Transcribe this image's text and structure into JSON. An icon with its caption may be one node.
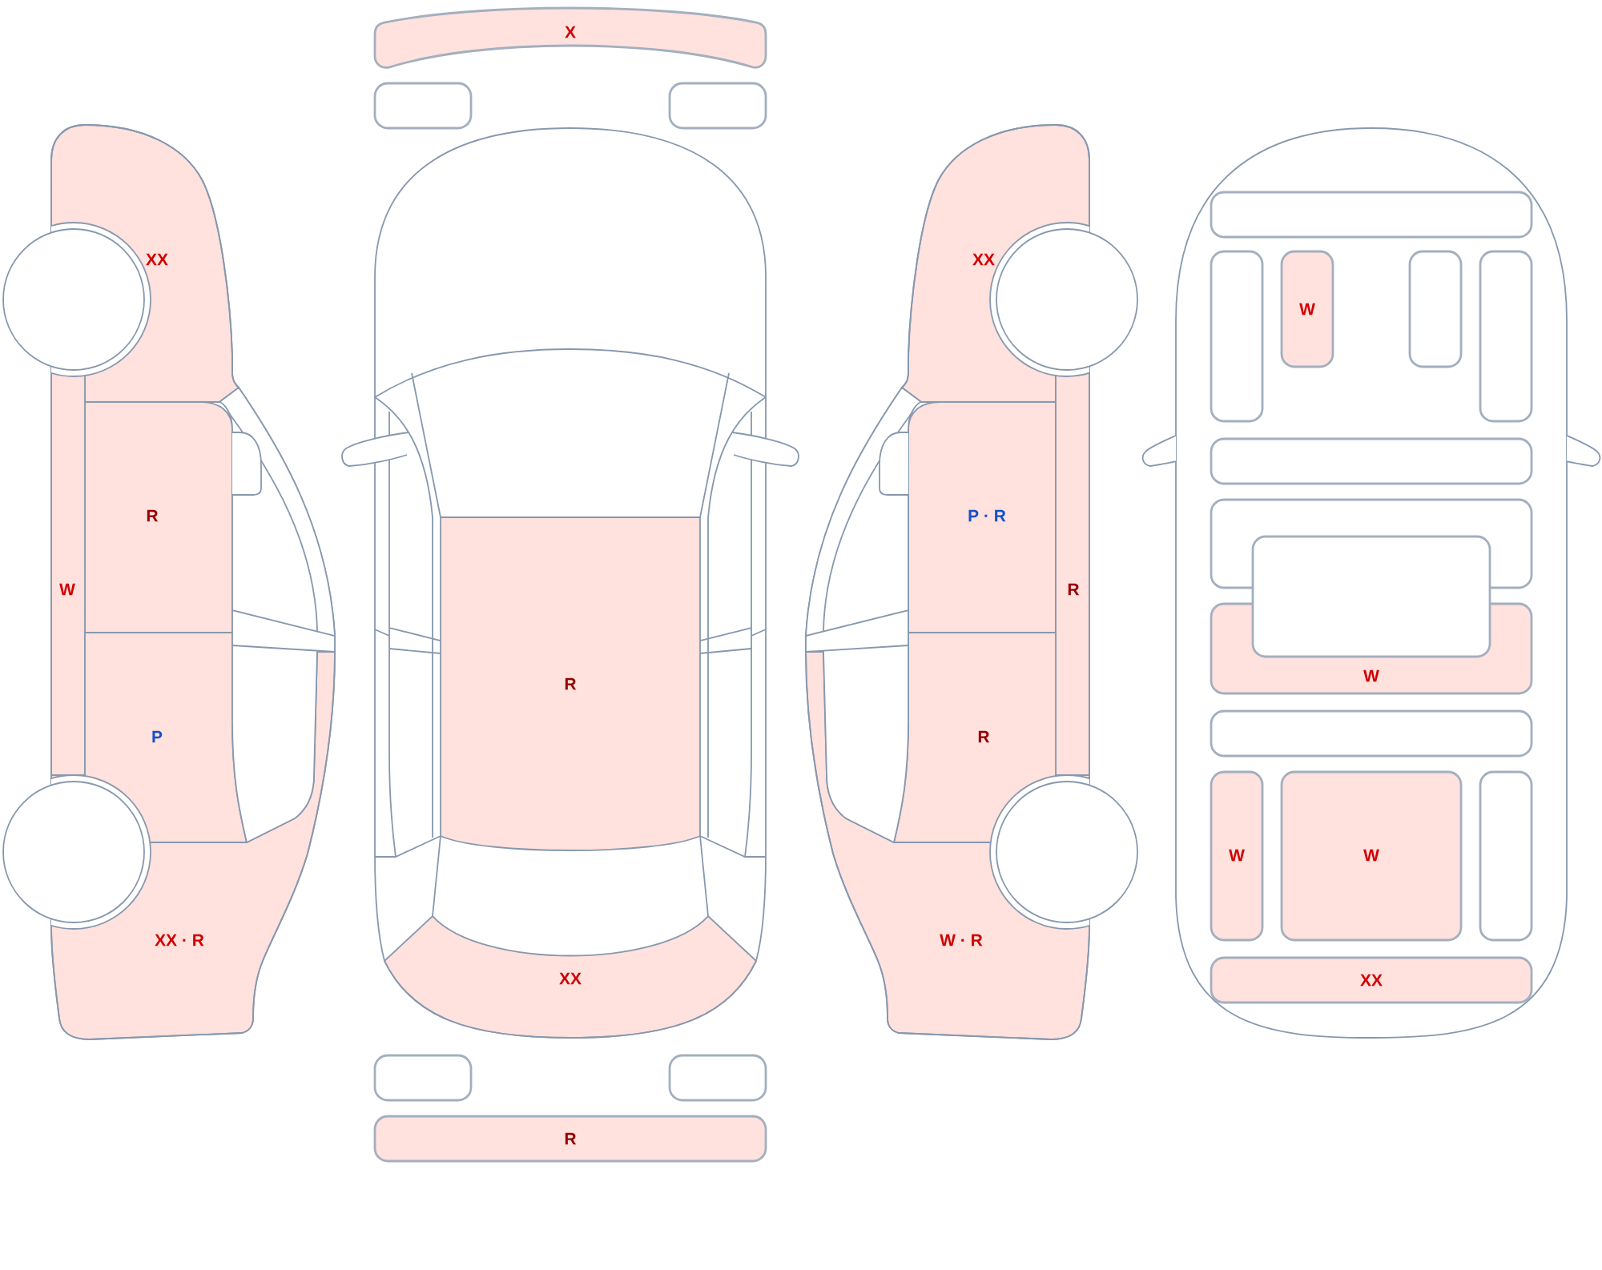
{
  "diagram": {
    "nodes": [
      {
        "text": [
          "XX"
        ]
      },
      {
        "text": [
          "R"
        ]
      },
      {
        "text": [
          "W"
        ]
      },
      {
        "text": [
          "P"
        ]
      },
      {
        "text": [
          "XX · R"
        ]
      },
      {
        "text": [
          "X"
        ]
      },
      {
        "text": [],
        "shape": "box"
      },
      {
        "text": [],
        "shape": "box"
      },
      {
        "text": [
          "R"
        ]
      },
      {
        "text": [
          "XX"
        ]
      },
      {
        "text": [],
        "shape": "box"
      },
      {
        "text": [],
        "shape": "box"
      },
      {
        "text": [
          "R"
        ]
      },
      {
        "text": [
          "XX"
        ]
      },
      {
        "text": [
          "P · R"
        ]
      },
      {
        "text": [
          "R"
        ]
      },
      {
        "text": [
          "R"
        ]
      },
      {
        "text": [
          "W · R"
        ]
      },
      {
        "text": [],
        "shape": "box"
      },
      {
        "text": [],
        "shape": "box"
      },
      {
        "text": [
          "W"
        ]
      },
      {
        "text": [],
        "shape": "box"
      },
      {
        "text": [],
        "shape": "box"
      },
      {
        "text": [],
        "shape": "box"
      },
      {
        "text": [],
        "shape": "box"
      },
      {
        "text": [],
        "shape": "box"
      },
      {
        "text": [
          "W"
        ]
      },
      {
        "text": [],
        "shape": "box"
      },
      {
        "text": [
          "W"
        ]
      },
      {
        "text": [
          "W"
        ]
      },
      {
        "text": [],
        "shape": "box"
      },
      {
        "text": [
          "XX"
        ]
      }
    ]
  }
}
